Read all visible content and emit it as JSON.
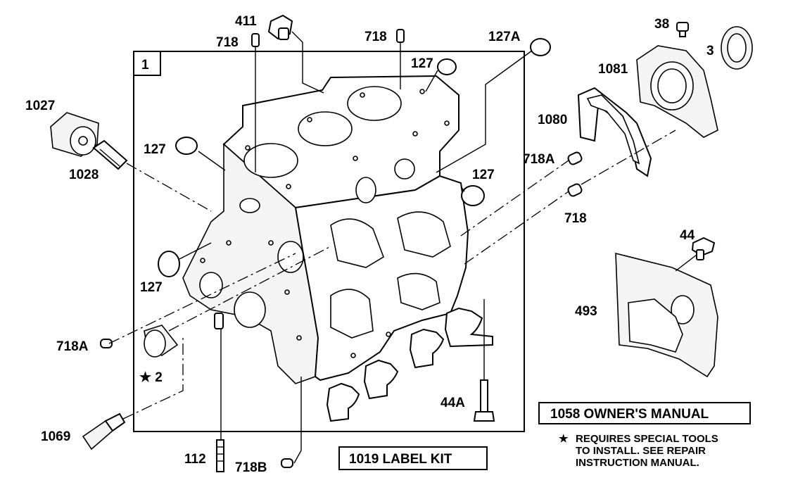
{
  "diagram": {
    "callouts": {
      "p1": "1",
      "p411": "411",
      "p718_a": "718",
      "p718_b": "718",
      "p127A": "127A",
      "p38": "38",
      "p3": "3",
      "p1081": "1081",
      "p1027": "1027",
      "p127_a": "127",
      "p1080": "1080",
      "p127_b": "127",
      "p718A_a": "718A",
      "p1028": "1028",
      "p127_c": "127",
      "p718_c": "718",
      "p44": "44",
      "p127_d": "127",
      "p493": "493",
      "p718A_b": "718A",
      "p2": "★ 2",
      "p44A": "44A",
      "p1069": "1069",
      "p112": "112",
      "p718B": "718B"
    },
    "owners_manual": "1058 OWNER'S MANUAL",
    "label_kit": "1019 LABEL KIT",
    "note": {
      "star": "★",
      "line1": "REQUIRES SPECIAL TOOLS",
      "line2": "TO INSTALL.  SEE REPAIR",
      "line3": "INSTRUCTION MANUAL."
    }
  }
}
